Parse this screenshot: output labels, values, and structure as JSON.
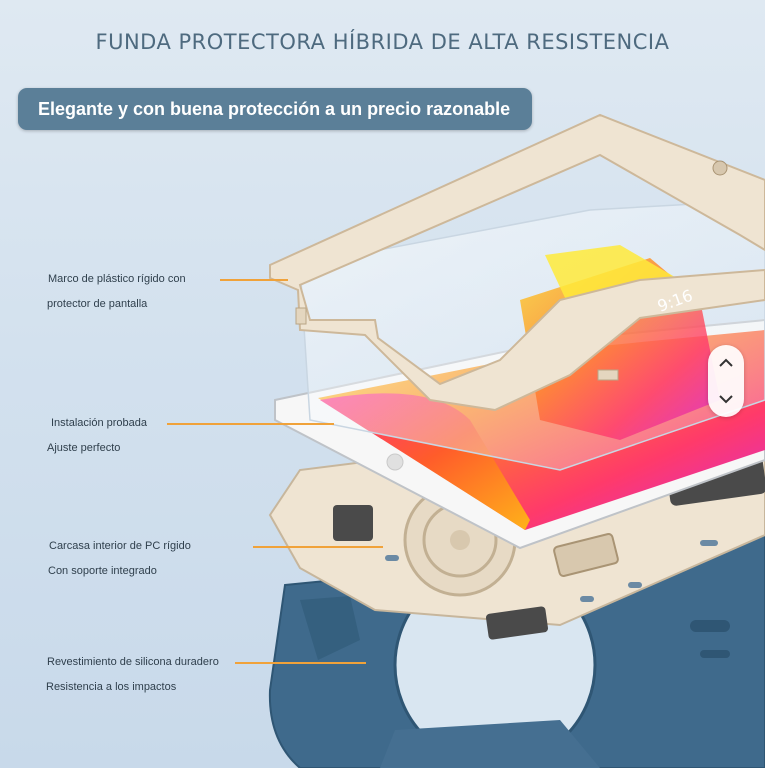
{
  "header": {
    "title": "FUNDA PROTECTORA HÍBRIDA DE ALTA RESISTENCIA",
    "subtitle": "Elegante y con buena protección a un precio razonable"
  },
  "callouts": [
    {
      "line1": "Marco de plástico rígido con",
      "line2": "protector de pantalla"
    },
    {
      "line1": "Instalación probada",
      "line2": "Ajuste perfecto"
    },
    {
      "line1": "Carcasa interior de PC rígido",
      "line2": "Con soporte integrado"
    },
    {
      "line1": "Revestimiento de silicona duradero",
      "line2": "Resistencia a los impactos"
    }
  ],
  "tablet_screen": {
    "time": "9:16"
  },
  "colors": {
    "accent_line": "#f0a23a",
    "banner": "#5b7f98",
    "frame_beige": "#efe4d2",
    "silicone_blue": "#3f6a8c"
  },
  "icons": {
    "scroll_up": "chevron-up-icon",
    "scroll_down": "chevron-down-icon"
  }
}
